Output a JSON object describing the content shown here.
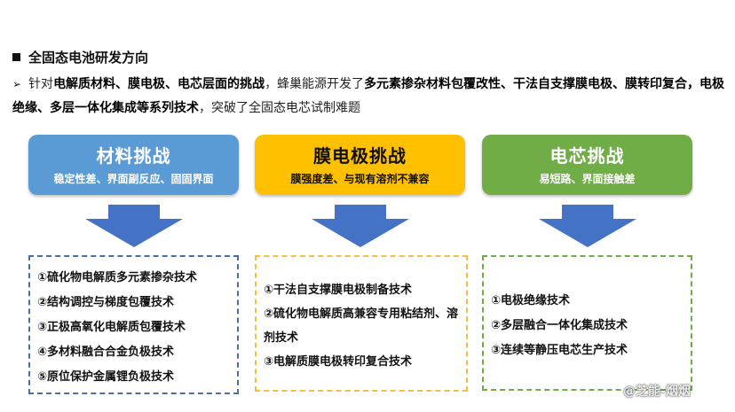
{
  "heading": "全固态电池研发方向",
  "intro": {
    "bullet": "➢",
    "lead": "针对",
    "bold_targets": "电解质材料、膜电极、电芯层面的挑战",
    "mid": "，蜂巢能源开发了",
    "bold_tech": "多元素掺杂材料包覆改性、干法自支撑膜电极、膜转印复合，电极绝缘、多层一体化集成等系列技术",
    "end": "，突破了全固态电芯试制难题"
  },
  "cards": [
    {
      "title": "材料挑战",
      "subtitle": "稳定性差、界面副反应、固固界面",
      "color": "#5b9bd5"
    },
    {
      "title": "膜电极挑战",
      "subtitle": "膜强度差、与现有溶剂不兼容",
      "color": "#ffc000"
    },
    {
      "title": "电芯挑战",
      "subtitle": "易短路、界面接触差",
      "color": "#70ad47"
    }
  ],
  "boxes": [
    {
      "items": [
        "①硫化物电解质多元素掺杂技术",
        "②结构调控与梯度包覆技术",
        "③正极高氧化电解质包覆技术",
        "④多材料融合合金负极技术",
        "⑤原位保护金属锂负极技术"
      ]
    },
    {
      "items": [
        "①干法自支撑膜电极制备技术",
        "②硫化物电解质高兼容专用粘结剂、溶剂技术",
        "③电解质膜电极转印复合技术"
      ]
    },
    {
      "items": [
        "①电极绝缘技术",
        "②多层融合一体化集成技术",
        "③连续等静压电芯生产技术"
      ]
    }
  ],
  "watermark": "@芝能-烟烟"
}
